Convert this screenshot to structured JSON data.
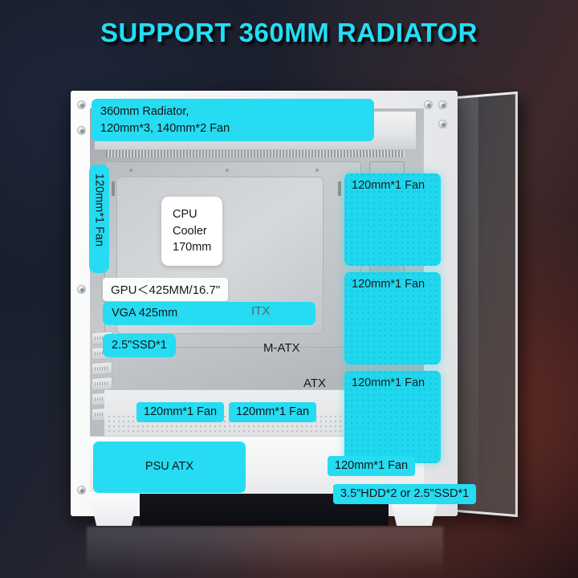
{
  "title": "SUPPORT 360MM RADIATOR",
  "colors": {
    "accent_cyan": "#25dcf2",
    "panel_cyan": "#1fd8ef",
    "title_cyan": "#22dff5",
    "chassis_white": "#f4f5f6",
    "label_text": "#141414"
  },
  "callouts": {
    "top_radiator": {
      "line1": "360mm Radiator,",
      "line2": "120mm*3, 140mm*2 Fan"
    },
    "left_fan": "120mm*1 Fan",
    "cpu_cooler": {
      "line1": "CPU",
      "line2": "Cooler",
      "line3": "170mm"
    },
    "gpu_clearance": "GPU＜425MM/16.7\"",
    "vga": "VGA 425mm",
    "ssd_25": "2.5\"SSD*1",
    "psu": "PSU ATX",
    "hdd_bay": "3.5\"HDD*2 or 2.5\"SSD*1",
    "side_fan_hdd": "120mm*1 Fan",
    "bottom_fan_left": "120mm*1 Fan",
    "bottom_fan_right": "120mm*1 Fan"
  },
  "right_fan_panels": [
    {
      "label": "120mm*1 Fan"
    },
    {
      "label": "120mm*1 Fan"
    },
    {
      "label": "120mm*1 Fan"
    }
  ],
  "form_factors": [
    {
      "label": "ITX"
    },
    {
      "label": "M-ATX"
    },
    {
      "label": "ATX"
    }
  ]
}
